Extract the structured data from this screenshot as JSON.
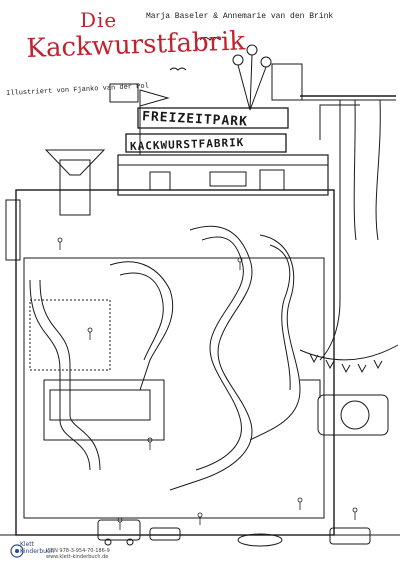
{
  "cover": {
    "title_line1": "Die",
    "title_line2": "Kackwurstfabrik",
    "authors": "Marja Baseler & Annemarie van den Brink",
    "illustrator": "Illustriert von Fjanko van der Pol",
    "sign_top": "FREIZEITPARK",
    "sign_bottom": "KACKWURSTFABRIK"
  },
  "publisher": {
    "logo_line1": "Klett",
    "logo_line2": "Kinderbuch",
    "isbn": "ISBN 978-3-954-70-186-9",
    "url": "www.klett-kinderbuch.de"
  },
  "colors": {
    "title": "#c0232f",
    "ink": "#1a1a1a",
    "logo": "#2c4a8a"
  }
}
